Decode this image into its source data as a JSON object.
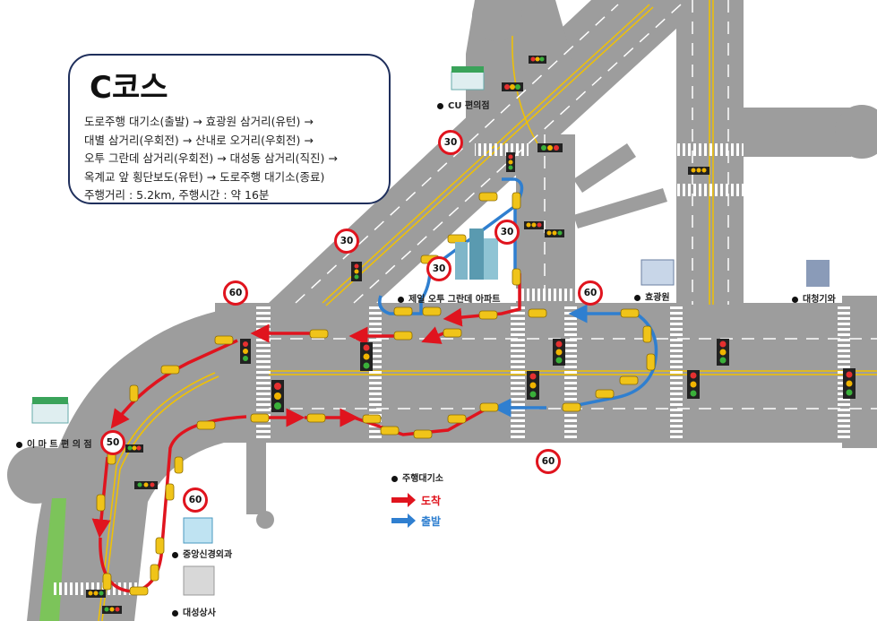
{
  "course_box": {
    "title": "C코스",
    "lines": [
      "도로주행 대기소(출발) → 효광원 삼거리(유턴) →",
      "대별 삼거리(우회전) → 산내로 오거리(우회전) →",
      "오투 그란데 삼거리(우회전) → 대성동 삼거리(직진) →",
      "옥계교 앞 횡단보도(유턴) → 도로주행 대기소(종료)",
      "주행거리 : 5.2km, 주행시간 : 약 16분"
    ]
  },
  "places": {
    "cu": "CU 편의점",
    "apartment": "제일 오투 그란데 아파트",
    "hyogwangwon": "효광원",
    "daecheong": "대청기와",
    "emart": "이 마 트 편 의 점",
    "junganggun": "중앙신경외과",
    "daeseong": "대성상사",
    "waiting_area": "주행대기소"
  },
  "speed_signs": [
    "30",
    "30",
    "30",
    "30",
    "60",
    "60",
    "50",
    "60",
    "60"
  ],
  "legend": {
    "arrival": "도착",
    "departure": "출발",
    "arrival_color": "#e0141e",
    "departure_color": "#2f7fd0"
  },
  "colors": {
    "road": "#9d9d9d",
    "lane_yellow": "#f2c200",
    "box_border": "#1f2f5c",
    "car": "#f0c419"
  }
}
